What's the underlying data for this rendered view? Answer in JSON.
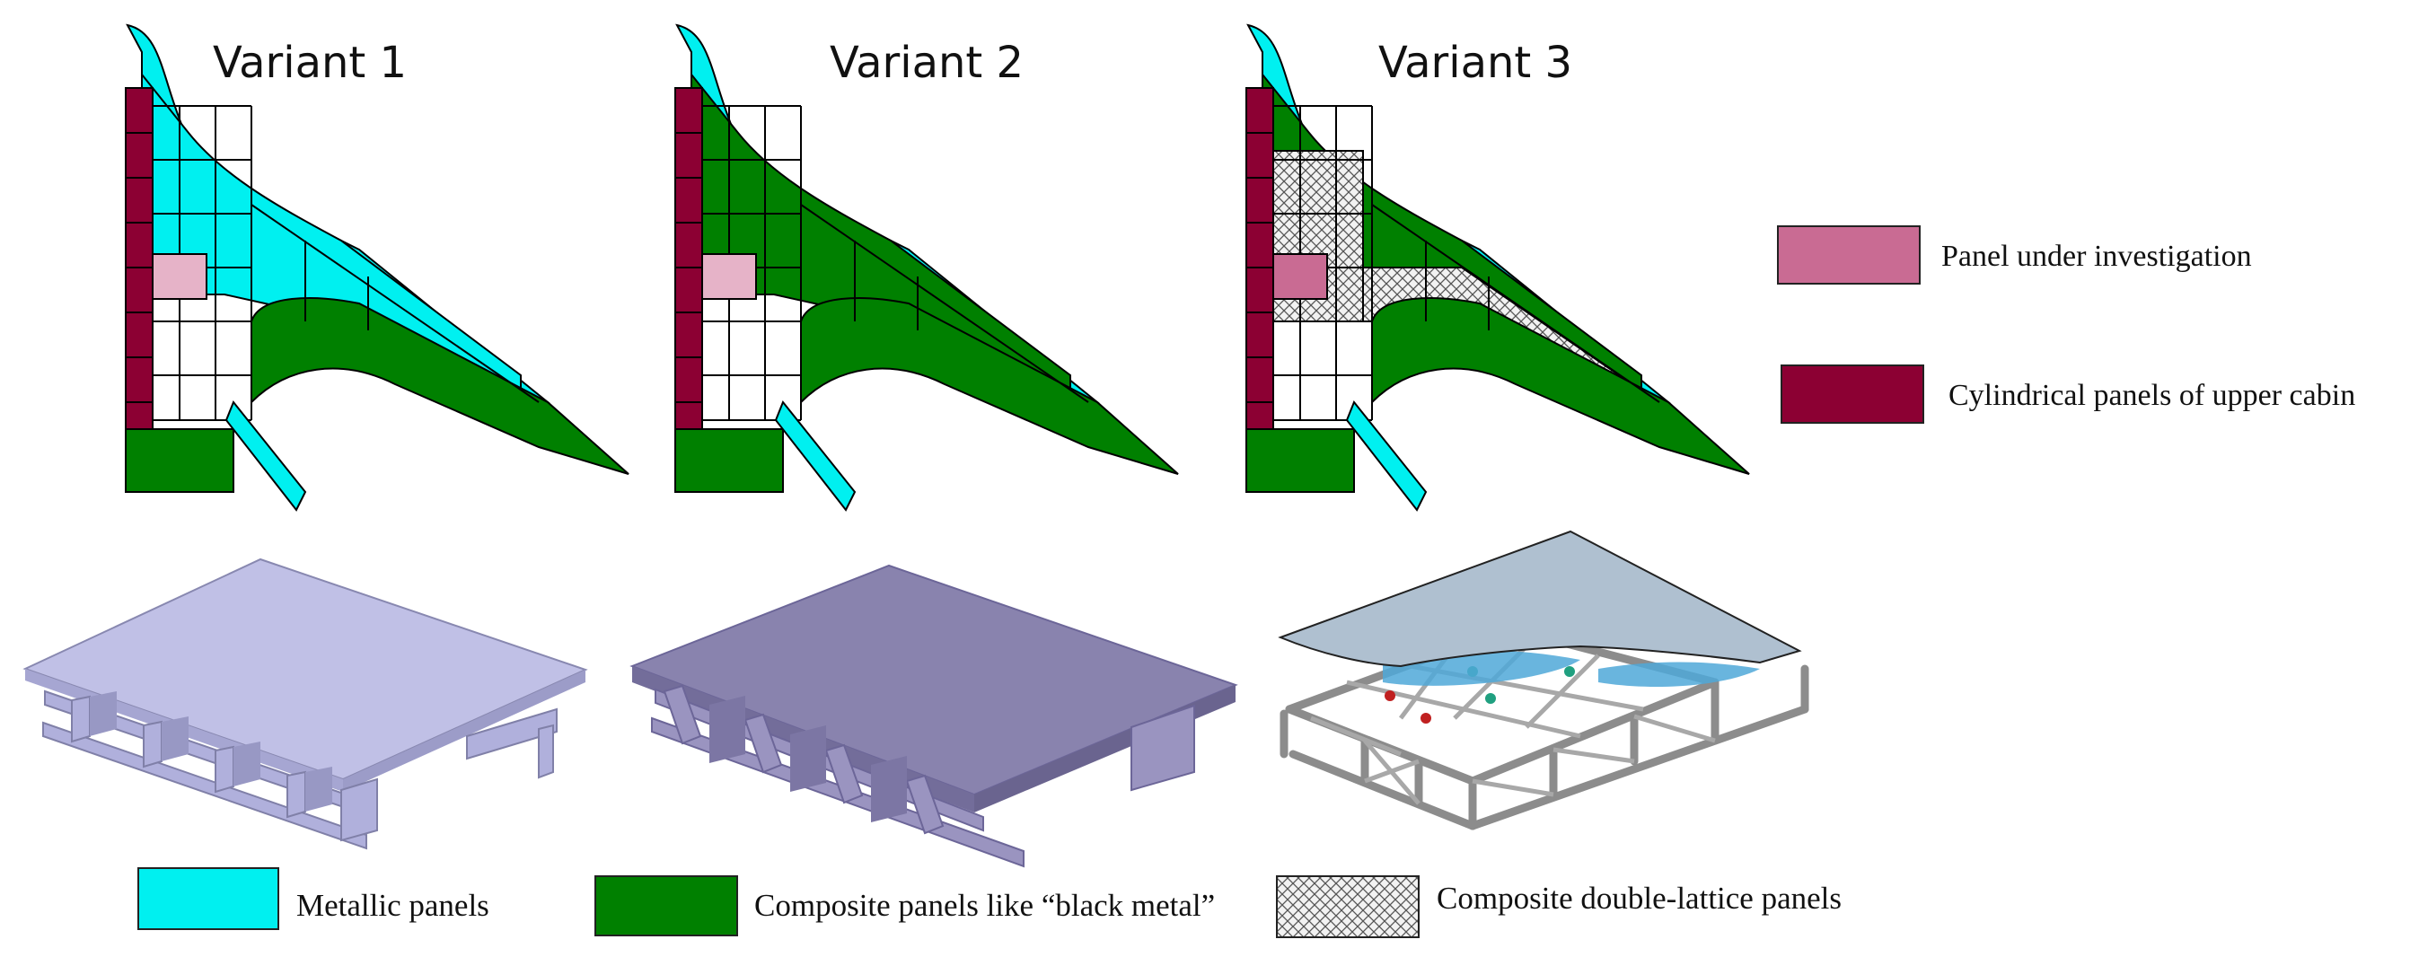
{
  "colors": {
    "metallic": "#00F0F0",
    "composite": "#008000",
    "upper_cabin": "#8C0033",
    "investigation": "#C96B93",
    "investigation_light": "#E6B3C8",
    "lattice_bg": "#E8E8E8",
    "panel_metal": "#B8B8E0",
    "panel_composite": "#8A84B0",
    "panel_lattice_skin": "#AFC0D0"
  },
  "variants": [
    {
      "label": "Variant 1"
    },
    {
      "label": "Variant 2"
    },
    {
      "label": "Variant 3"
    }
  ],
  "legend_right": [
    {
      "label": "Panel under investigation",
      "swatch": "investigation"
    },
    {
      "label": "Cylindrical panels of upper cabin",
      "swatch": "upper_cabin"
    }
  ],
  "legend_bottom": [
    {
      "label": "Metallic panels",
      "swatch": "metallic"
    },
    {
      "label": "Composite panels like “black metal”",
      "swatch": "composite"
    },
    {
      "label": "Composite double-lattice panels",
      "swatch": "lattice"
    }
  ]
}
